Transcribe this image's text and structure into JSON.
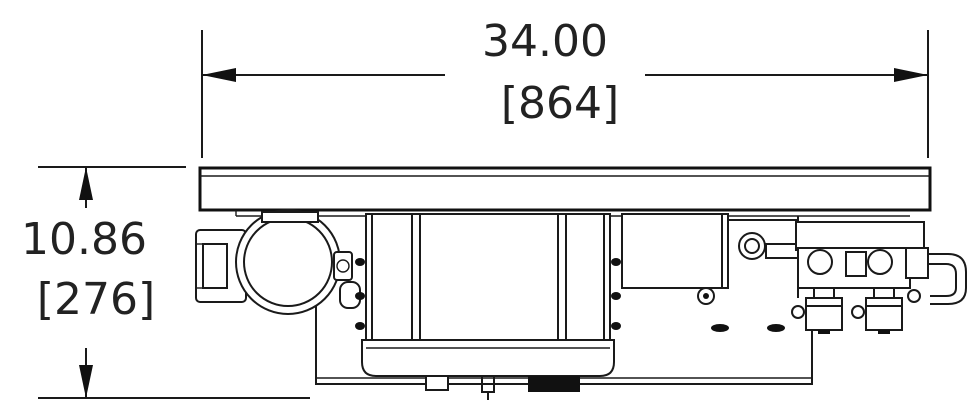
{
  "dimensions": {
    "width_in": "34.00",
    "width_mm": "[864]",
    "height_in": "10.86",
    "height_mm": "[276]"
  }
}
